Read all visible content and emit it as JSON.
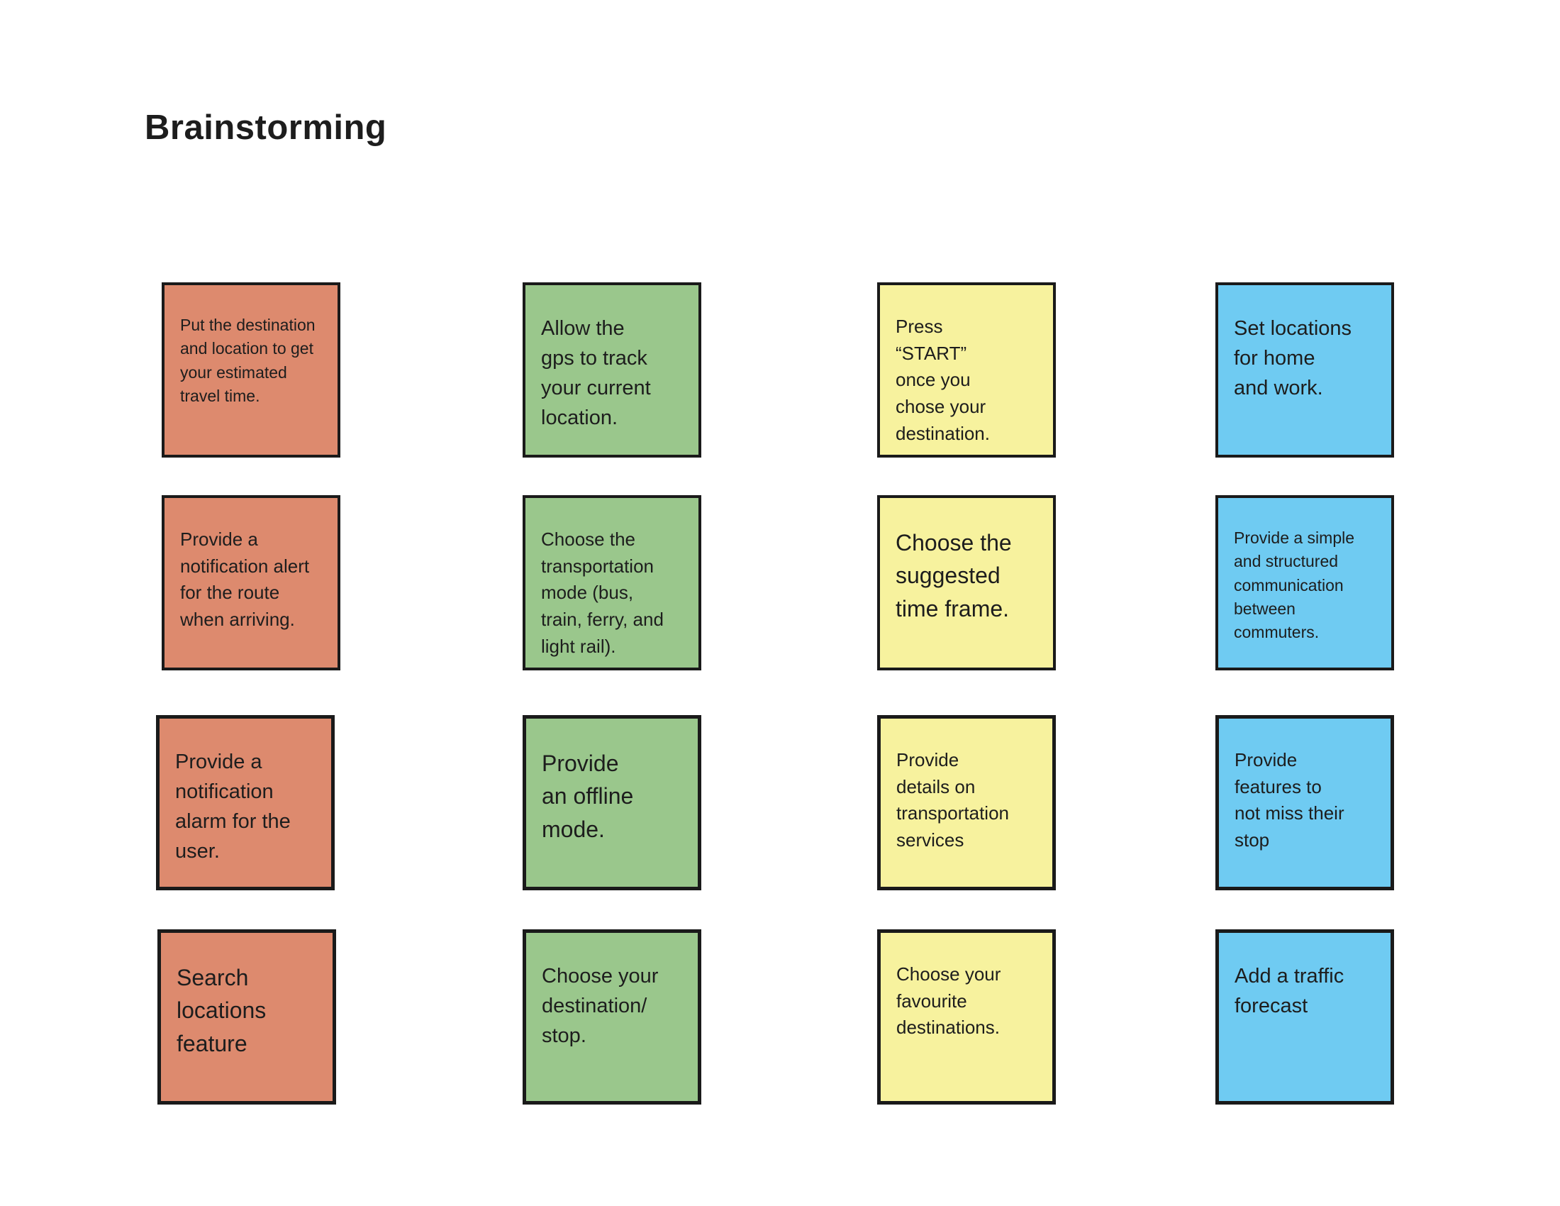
{
  "title": "Brainstorming",
  "palette": {
    "salmon": "#DD8A6E",
    "green": "#9AC78C",
    "yellow": "#F7F29E",
    "blue": "#6FCBF2",
    "border": "#1A1A1A",
    "text": "#1D1D1D",
    "background": "#FFFFFF"
  },
  "notes": [
    {
      "text": "Put the destination\nand location to get\nyour estimated\ntravel time.",
      "color": "salmon",
      "size": "sm"
    },
    {
      "text": "Allow the\ngps to track\nyour current\nlocation.",
      "color": "green",
      "size": "lg"
    },
    {
      "text": "Press\n“START”\nonce you\nchose your\ndestination.",
      "color": "yellow",
      "size": "md"
    },
    {
      "text": "Set locations\nfor home\nand work.",
      "color": "blue",
      "size": "lg"
    },
    {
      "text": "Provide a\nnotification alert\nfor the route\nwhen arriving.",
      "color": "salmon",
      "size": "md"
    },
    {
      "text": "Choose the\ntransportation\nmode (bus,\ntrain, ferry, and\nlight rail).",
      "color": "green",
      "size": "md"
    },
    {
      "text": "Choose the\nsuggested\ntime frame.",
      "color": "yellow",
      "size": "xl"
    },
    {
      "text": "Provide a simple\nand structured\ncommunication\nbetween\ncommuters.",
      "color": "blue",
      "size": "sm"
    },
    {
      "text": "Provide a\nnotification\nalarm for the\nuser.",
      "color": "salmon",
      "size": "lg"
    },
    {
      "text": "Provide\nan offline\nmode.",
      "color": "green",
      "size": "xl"
    },
    {
      "text": "Provide\ndetails on\ntransportation\nservices",
      "color": "yellow",
      "size": "md"
    },
    {
      "text": "Provide\nfeatures to\nnot miss their\nstop",
      "color": "blue",
      "size": "md"
    },
    {
      "text": "Search\nlocations\nfeature",
      "color": "salmon",
      "size": "xl"
    },
    {
      "text": "Choose your\ndestination/\nstop.",
      "color": "green",
      "size": "lg"
    },
    {
      "text": "Choose your\nfavourite\ndestinations.",
      "color": "yellow",
      "size": "md"
    },
    {
      "text": "Add a traffic\nforecast",
      "color": "blue",
      "size": "lg"
    }
  ]
}
